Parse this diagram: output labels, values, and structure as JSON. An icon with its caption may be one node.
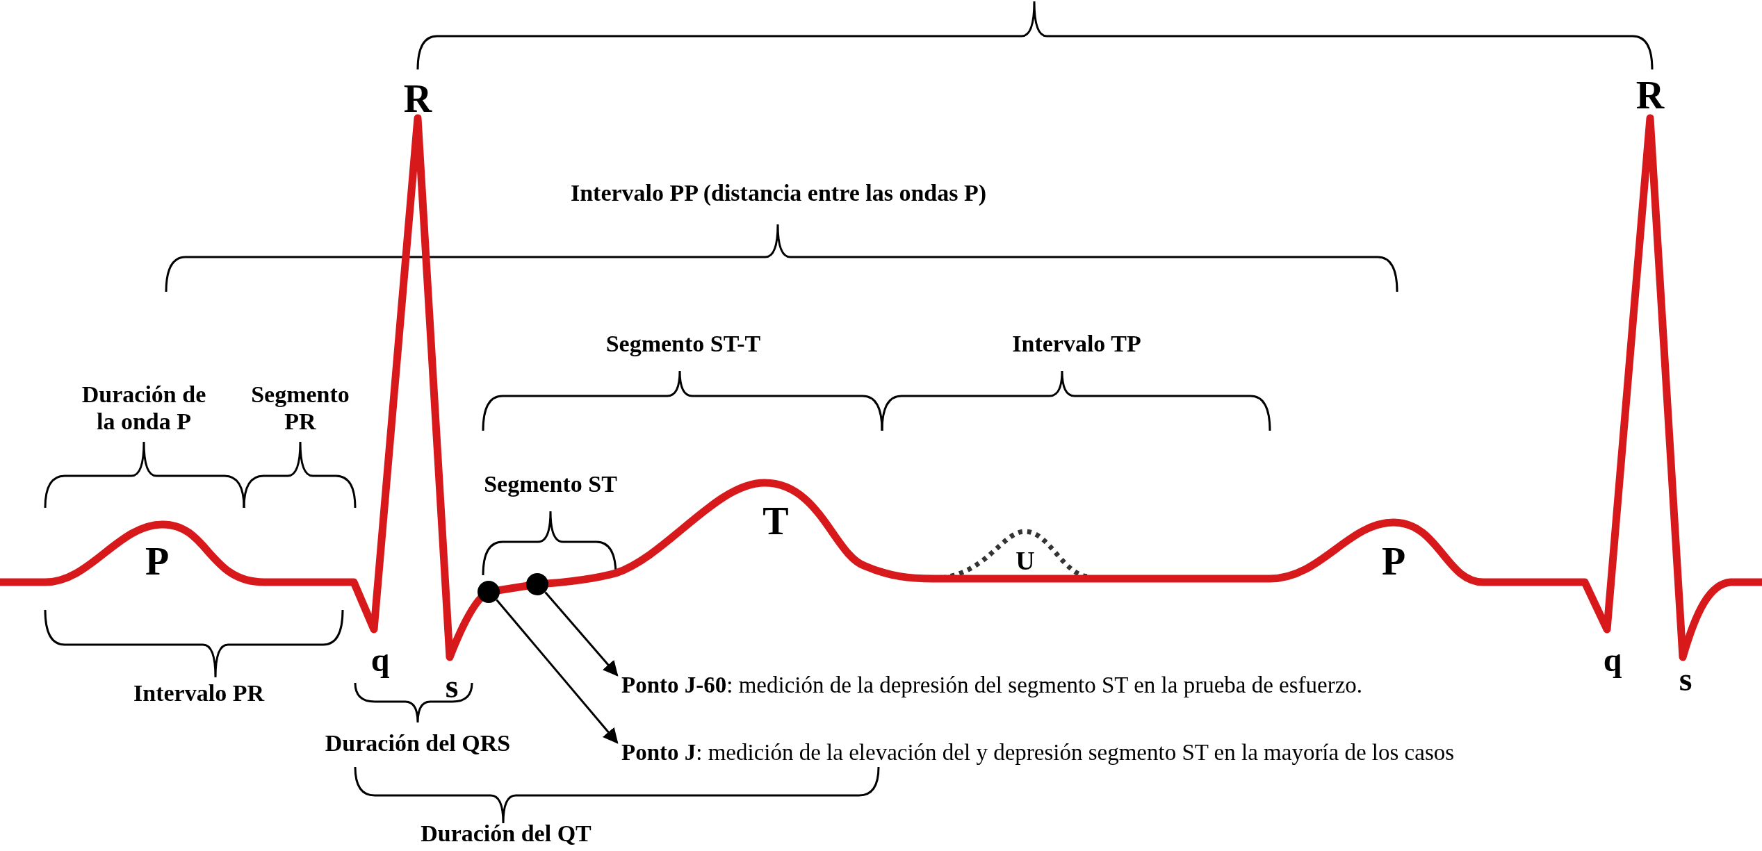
{
  "diagram": {
    "nodes": [
      {
        "text": [],
        "shape": "circle"
      },
      {
        "text": [],
        "shape": "circle"
      },
      {
        "text": [
          "**Ponto J-60**: medición de la depresión del segmento ST en la prueba de esfuerzo."
        ]
      },
      {
        "text": [
          "**Ponto J**: medición de la elevación del y depresión segmento ST en la mayoría de los casos"
        ]
      }
    ],
    "edges": [
      {
        "from": 0,
        "to": 3,
        "arrow": "to"
      },
      {
        "from": 1,
        "to": 2,
        "arrow": "to"
      }
    ],
    "labels": [
      "R",
      "R",
      "Intervalo PP (distancia entre las ondas P)",
      "Segmento ST-T",
      "Intervalo TP",
      "Duración de la onda P",
      "Segmento PR",
      "Segmento ST",
      "T",
      "P",
      "U",
      "P",
      "q",
      "s",
      "q",
      "s",
      "Intervalo PR",
      "Duración del QRS",
      "Duración del QT"
    ]
  }
}
